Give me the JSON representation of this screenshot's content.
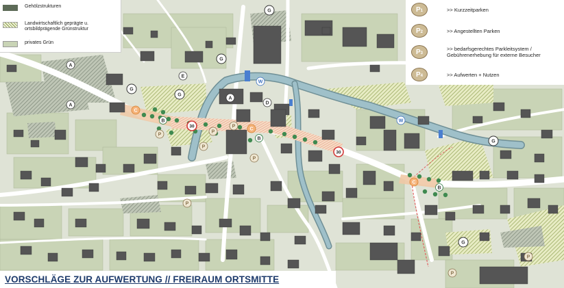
{
  "legend": {
    "items": [
      {
        "label": "Gehölzstrukturen",
        "swatch": "solid",
        "color": "#5d6b58"
      },
      {
        "label": "Landwirtschaftlich geprägte u. ortsbildprägende Grünstruktur",
        "swatch": "hatched",
        "color": "#b8c88a"
      },
      {
        "label": "privates Grün",
        "swatch": "solid",
        "color": "#c9d4b6"
      }
    ]
  },
  "parking_legend": {
    "items": [
      {
        "symbol": "P",
        "index": "1",
        "label": ">> Kurzzeitparken"
      },
      {
        "symbol": "P",
        "index": "2",
        "label": ">> Angestellten Parken"
      },
      {
        "symbol": "P",
        "index": "3",
        "label": ">> bedarfsgerechtes Parkleitsystem / Gebührenerhebung für externe Besucher"
      },
      {
        "symbol": "P",
        "index": "4",
        "label": ">> Aufwerten + Nutzen"
      }
    ]
  },
  "map": {
    "labels": {
      "zone_a": "A",
      "zone_b": "B",
      "zone_c": "C",
      "zone_d": "D",
      "zone_e": "E",
      "zone_g": "G",
      "water": "W",
      "parking": "P",
      "speed": "30"
    },
    "colors": {
      "background": "#dfe3d6",
      "building": "#555555",
      "road": "#ffffff",
      "river": "#93b4be",
      "private_green": "#c9d4b6",
      "agri_hatch": "#c2cd8e",
      "woods": "#5d6b58",
      "focus_zone": "#f0c8a5",
      "tree": "#3f8a50"
    }
  },
  "title": "VORSCHLÄGE ZUR AUFWERTUNG // FREIRAUM ORTSMITTE"
}
